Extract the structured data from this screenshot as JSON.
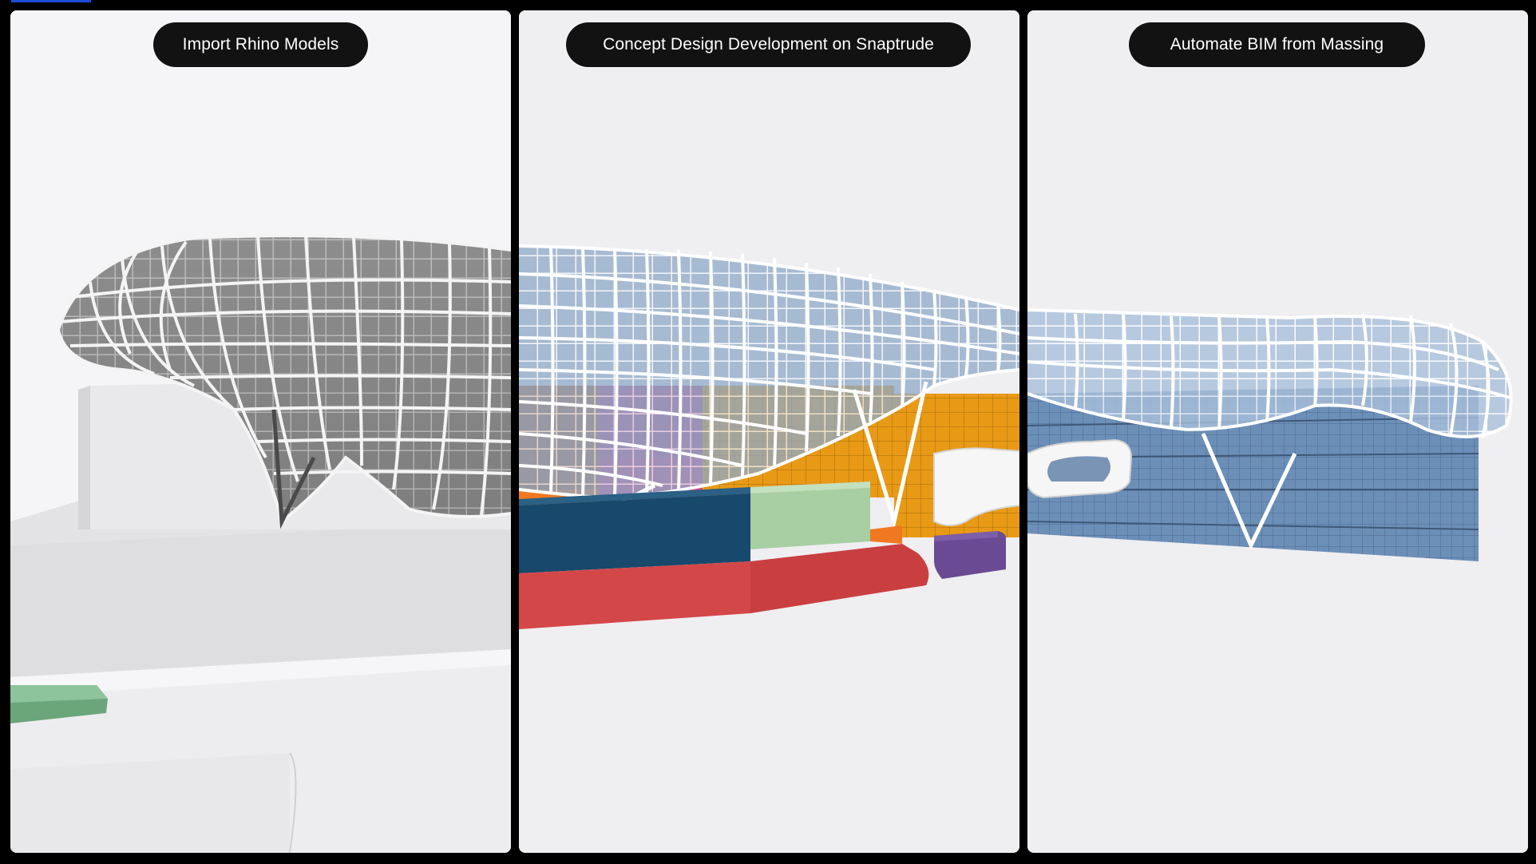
{
  "panels": [
    {
      "id": "import",
      "label": "Import Rhino Models"
    },
    {
      "id": "concept",
      "label": "Concept Design Development on Snaptrude"
    },
    {
      "id": "bim",
      "label": "Automate BIM from Massing"
    }
  ],
  "colors": {
    "page_background": "#000000",
    "pill_background": "#121212",
    "pill_text": "#ffffff",
    "progress_accent": "#1d4ed8",
    "mass_navy": "#16496b",
    "mass_red": "#d44748",
    "mass_mint": "#a8cfa4",
    "mass_purple": "#6a4b93",
    "mass_orange": "#e89a16",
    "mass_pink": "#d84b86",
    "mass_brown": "#b86d3a",
    "glass_blue": "#7e9cbf"
  }
}
